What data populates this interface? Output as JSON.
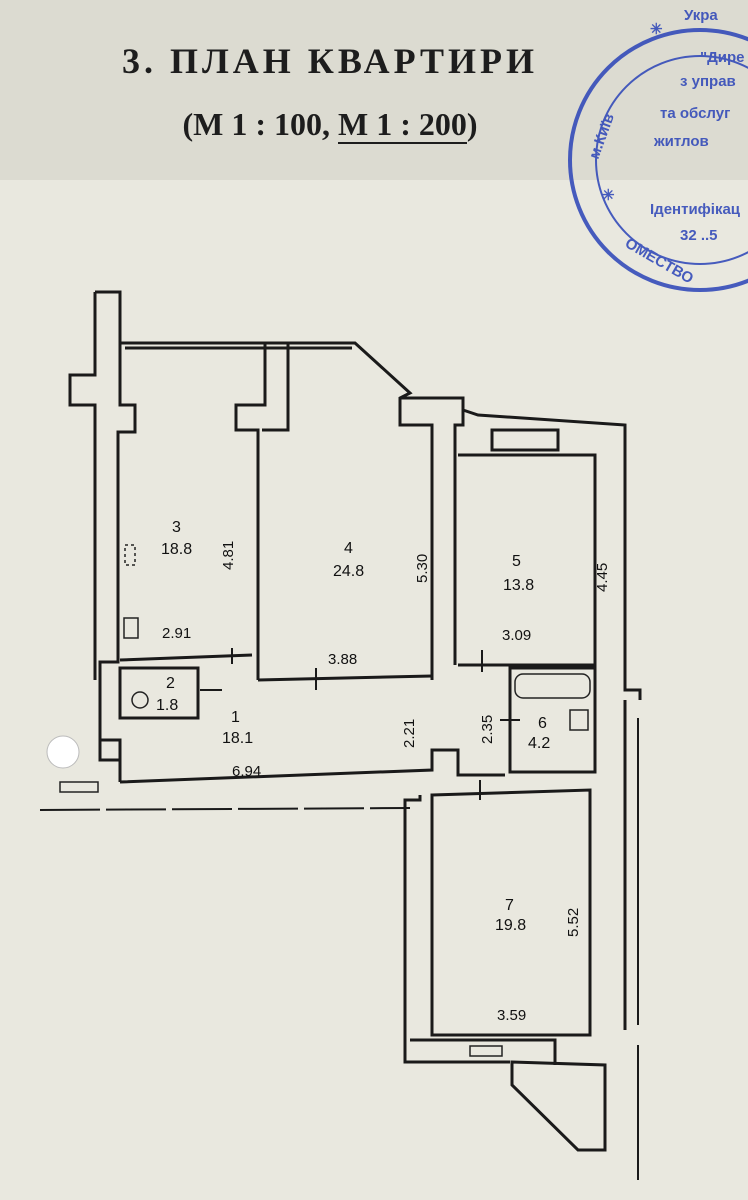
{
  "header": {
    "title": "3. ПЛАН КВАРТИРИ",
    "scale_a": "(М 1 : 100, ",
    "scale_b": "М 1 : 200",
    "scale_c": ")"
  },
  "rooms": [
    {
      "id": "1",
      "area": "18.1",
      "dims": [
        "6.94",
        "2.21",
        "2.35"
      ]
    },
    {
      "id": "2",
      "area": "1.8"
    },
    {
      "id": "3",
      "area": "18.8",
      "dims": [
        "4.81",
        "2.91"
      ]
    },
    {
      "id": "4",
      "area": "24.8",
      "dims": [
        "5.30",
        "3.88"
      ]
    },
    {
      "id": "5",
      "area": "13.8",
      "dims": [
        "4.45",
        "3.09"
      ]
    },
    {
      "id": "6",
      "area": "4.2"
    },
    {
      "id": "7",
      "area": "19.8",
      "dims": [
        "5.52",
        "3.59"
      ]
    }
  ],
  "stamp": {
    "city": "м.Київ",
    "country": "Укра",
    "line1": "\"Дире",
    "line2": "з управ",
    "line3": "та обслуг",
    "line4": "житлов",
    "line5": "Ідентифікац",
    "line6": "32 ..5",
    "arc_bottom": "ОМЕСТВО",
    "color": "#2a43b8"
  }
}
